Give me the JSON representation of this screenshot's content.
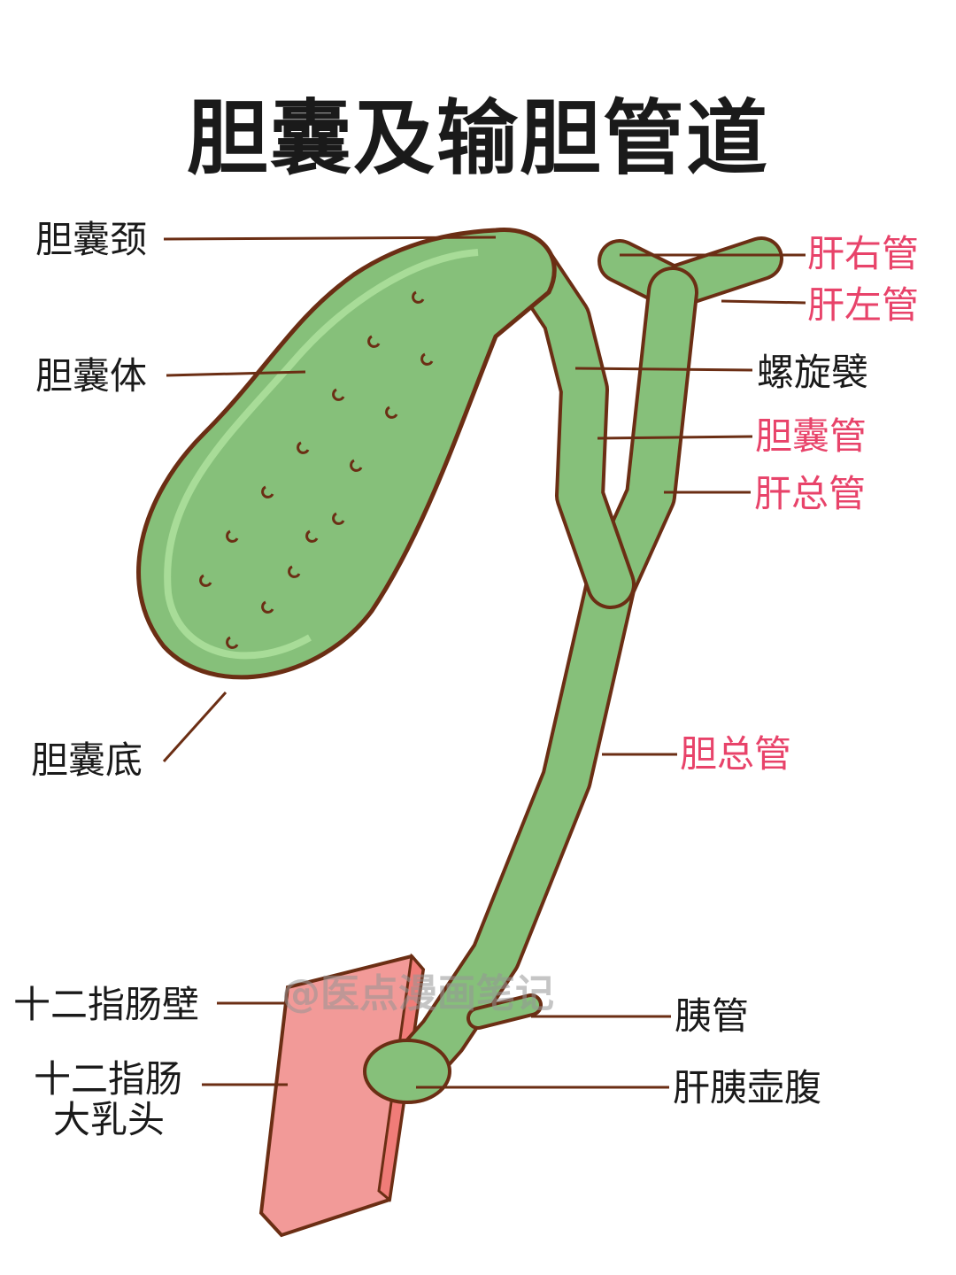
{
  "title": "胆囊及输胆管道",
  "watermark": "@医点漫画笔记",
  "labels": {
    "neck": "胆囊颈",
    "body": "胆囊体",
    "fundus": "胆囊底",
    "duodenal_wall": "十二指肠壁",
    "papilla_line1": "十二指肠",
    "papilla_line2": "大乳头",
    "right_hepatic": "肝右管",
    "left_hepatic": "肝左管",
    "spiral_fold": "螺旋襞",
    "cystic_duct": "胆囊管",
    "common_hepatic": "肝总管",
    "common_bile": "胆总管",
    "pancreatic_duct": "胰管",
    "ampulla": "肝胰壶腹"
  },
  "colors": {
    "green": "#86c07a",
    "outline": "#6b2e14",
    "light_green": "#a8dc98",
    "pink": "#f29a98",
    "accent_label": "#e8436a"
  }
}
